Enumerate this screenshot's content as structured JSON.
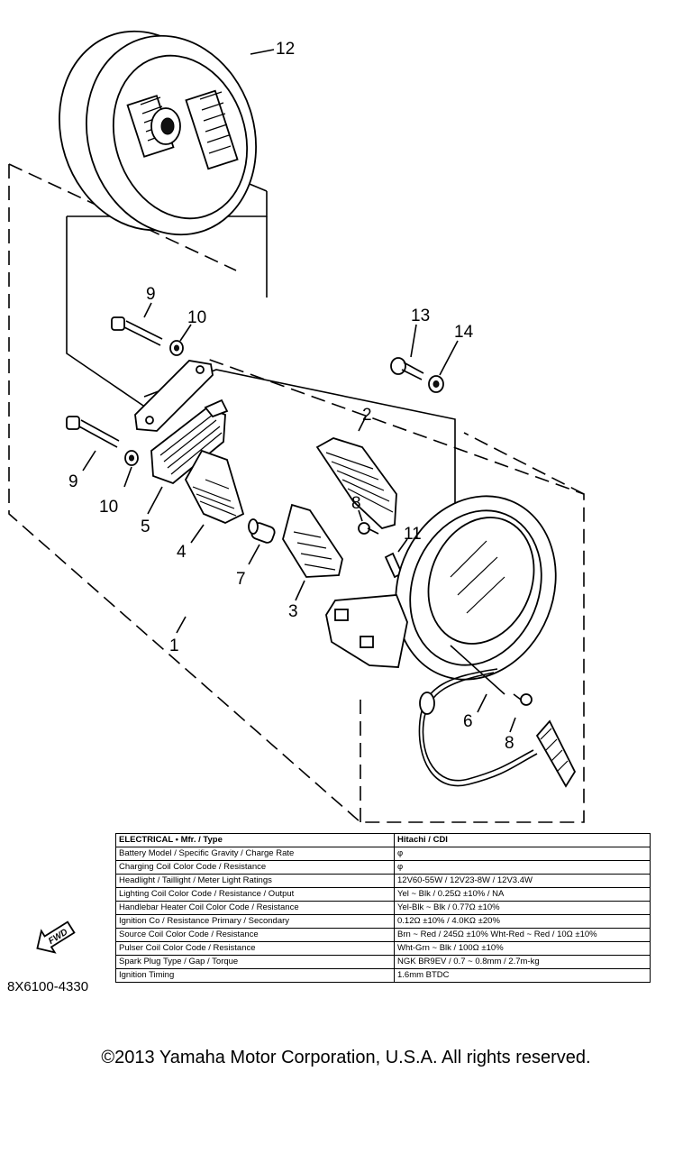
{
  "callouts": {
    "n1": "1",
    "n2": "2",
    "n3": "3",
    "n4": "4",
    "n5": "5",
    "n6": "6",
    "n7": "7",
    "n8a": "8",
    "n8b": "8",
    "n9a": "9",
    "n9b": "9",
    "n10a": "10",
    "n10b": "10",
    "n11": "11",
    "n12": "12",
    "n13": "13",
    "n14": "14"
  },
  "fwd_label": "FWD",
  "part_number": "8X6100-4330",
  "spec_table": [
    {
      "label": "ELECTRICAL • Mfr. / Type",
      "value": "Hitachi / CDI"
    },
    {
      "label": "Battery Model / Specific Gravity / Charge Rate",
      "value": "φ"
    },
    {
      "label": "Charging Coil Color Code / Resistance",
      "value": "φ"
    },
    {
      "label": "Headlight / Taillight / Meter Light Ratings",
      "value": "12V60-55W / 12V23-8W / 12V3.4W"
    },
    {
      "label": "Lighting Coil Color Code / Resistance / Output",
      "value": "Yel ~ Blk / 0.25Ω ±10% / NA"
    },
    {
      "label": "Handlebar Heater Coil Color Code / Resistance",
      "value": "Yel-Blk ~ Blk / 0.77Ω ±10%"
    },
    {
      "label": "Ignition Co / Resistance Primary / Secondary",
      "value": "0.12Ω ±10% / 4.0KΩ ±20%"
    },
    {
      "label": "Source Coil Color Code / Resistance",
      "value": "Brn ~ Red / 245Ω ±10%  Wht-Red ~ Red / 10Ω ±10%"
    },
    {
      "label": "Pulser Coil Color Code / Resistance",
      "value": "Wht-Grn ~ Blk / 100Ω ±10%"
    },
    {
      "label": "Spark Plug Type / Gap / Torque",
      "value": "NGK BR9EV / 0.7 ~ 0.8mm / 2.7m-kg"
    },
    {
      "label": "Ignition Timing",
      "value": "1.6mm BTDC"
    }
  ],
  "copyright": "©2013 Yamaha Motor Corporation, U.S.A. All rights reserved."
}
